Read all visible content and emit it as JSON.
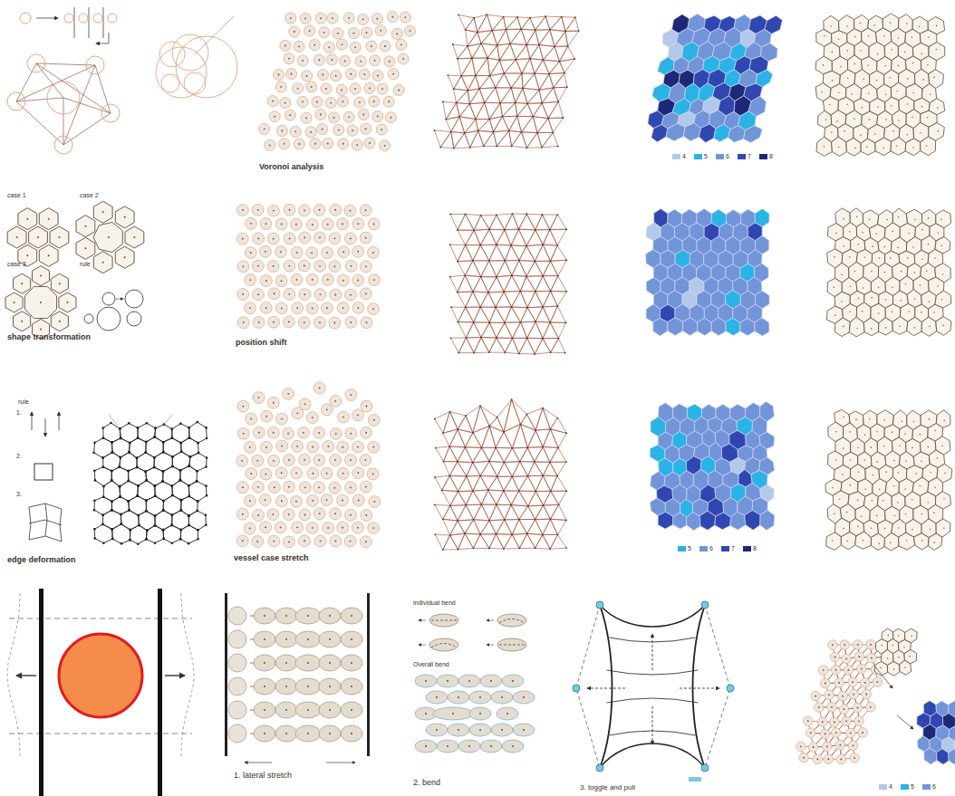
{
  "diagram": {
    "labels": [
      "Voronoi analysis",
      "case 1",
      "case 2",
      "case 3",
      "rule",
      "shape transformation",
      "position shift",
      "rule",
      "1.",
      "2.",
      "3.",
      "edge deformation",
      "vessel case stretch",
      "1. lateral stretch",
      "individual bend",
      "Overall bend",
      "2. bend",
      "3. toggle and pull"
    ],
    "legend": [
      {
        "text": "4",
        "color": "#b4c9ea"
      },
      {
        "text": "5",
        "color": "#2ab3e6"
      },
      {
        "text": "6",
        "color": "#7294d8"
      },
      {
        "text": "7",
        "color": "#3046b0"
      },
      {
        "text": "8",
        "color": "#1d2878"
      },
      {
        "text": "5",
        "color": "#2ab3e6"
      },
      {
        "text": "6",
        "color": "#7294d8"
      },
      {
        "text": "7",
        "color": "#3046b0"
      },
      {
        "text": "8",
        "color": "#1d2878"
      },
      {
        "text": "4",
        "color": "#b4c9ea"
      },
      {
        "text": "5",
        "color": "#2ab3e6"
      },
      {
        "text": "6",
        "color": "#7294d8"
      }
    ]
  }
}
